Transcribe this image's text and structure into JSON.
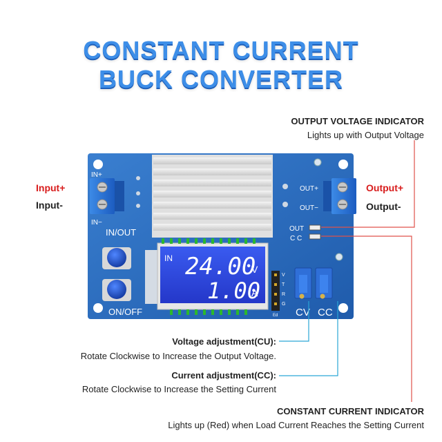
{
  "title": {
    "line1": "CONSTANT CURRENT",
    "line2": "BUCK CONVERTER"
  },
  "board": {
    "in_plus": "IN+",
    "in_minus": "IN−",
    "out_plus": "OUT+",
    "out_minus": "OUT−",
    "in_out": "IN/OUT",
    "on_off": "ON/OFF",
    "out_led": "OUT",
    "cc_led": "C C",
    "cv": "CV",
    "cc": "CC",
    "pin_v": "V",
    "pin_t": "T",
    "pin_r": "R",
    "pin_g": "G",
    "pin_ed": "Ed",
    "lcd_in": "IN",
    "lcd_voltage": "24.00",
    "lcd_v_unit": "V",
    "lcd_current": "1.00",
    "lcd_a_unit": "A"
  },
  "labels": {
    "input_plus": "Input+",
    "input_minus": "Input-",
    "output_plus": "Output+",
    "output_minus": "Output-",
    "ovi_title": "OUTPUT VOLTAGE INDICATOR",
    "ovi_desc": "Lights up with Output Voltage",
    "va_title": "Voltage adjustment(CU):",
    "va_desc": "Rotate Clockwise to Increase the Output Voltage.",
    "ca_title": "Current adjustment(CC):",
    "ca_desc": "Rotate Clockwise to Increase the Setting Current",
    "cci_title": "CONSTANT CURRENT INDICATOR",
    "cci_desc": "Lights up (Red) when Load Current Reaches the Setting Current"
  }
}
